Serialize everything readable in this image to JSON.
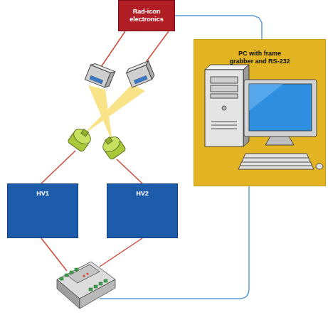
{
  "diagram": {
    "nodes": [
      {
        "text": [
          "Rad-icon electronics"
        ]
      },
      {
        "text": [
          "PC with frame grabber and RS-232"
        ]
      },
      {
        "text": [
          "HV1"
        ]
      },
      {
        "text": [
          "HV2"
        ]
      }
    ],
    "edges": [
      {
        "from": 0,
        "to": 1,
        "arrow": "none"
      }
    ]
  }
}
